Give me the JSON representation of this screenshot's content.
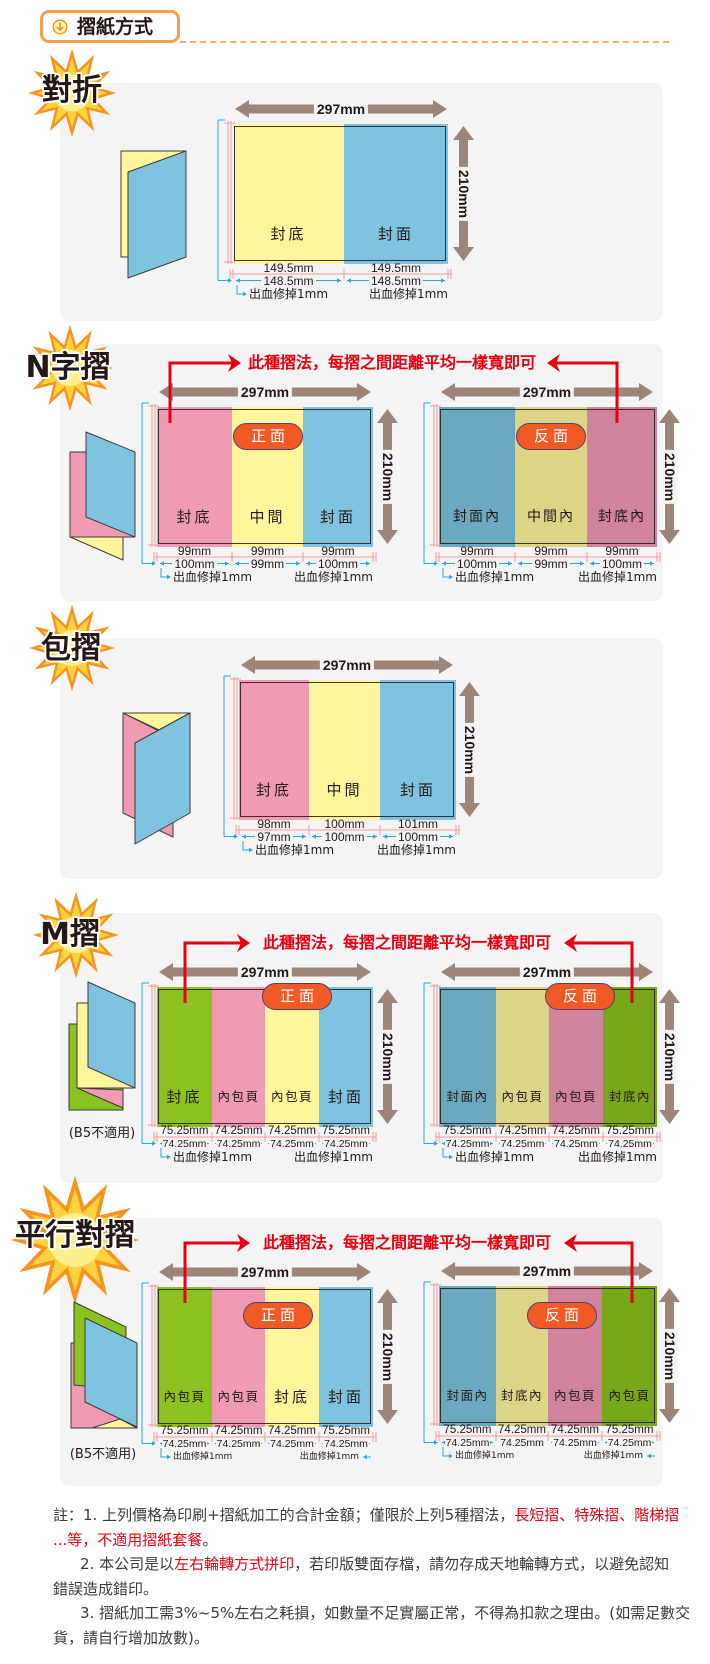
{
  "header": {
    "title": "摺紙方式",
    "icon": "circle-arrow-down-icon"
  },
  "palette": {
    "accent_orange": "#F6A04D",
    "instruction_red": "#E60012",
    "dimension_arrow_brown": "#9C8579",
    "side_badge_orange": "#F15A24",
    "panel_bg": "#F4F4F4",
    "yellow": "#FFF59D",
    "blue": "#7EC4E0",
    "pink": "#F09AB4",
    "green": "#8CC21F",
    "teal": "#6BA9C1",
    "khaki": "#DCD588",
    "mauve": "#CF839C",
    "dark_green": "#77A818"
  },
  "sections": [
    {
      "title": "對折",
      "diagrams": [
        {
          "width": "297mm",
          "height": "210mm",
          "panels": [
            {
              "label": "封底",
              "color": "#FFF59D"
            },
            {
              "label": "封面",
              "color": "#7EC4E0"
            }
          ],
          "bleed_sizes": [
            "149.5mm",
            "149.5mm"
          ],
          "trim_sizes": [
            "148.5mm",
            "148.5mm"
          ],
          "bleed_note_left": "出血修掉1mm",
          "bleed_note_right": "出血修掉1mm"
        }
      ]
    },
    {
      "title": "N字摺",
      "instruction": "此種摺法，每摺之間距離平均一樣寬即可",
      "diagrams": [
        {
          "side": "正面",
          "width": "297mm",
          "height": "210mm",
          "panels": [
            {
              "label": "封底",
              "color": "#F09AB4"
            },
            {
              "label": "中間",
              "color": "#FFF59D"
            },
            {
              "label": "封面",
              "color": "#7EC4E0"
            }
          ],
          "bleed_sizes": [
            "99mm",
            "99mm",
            "99mm"
          ],
          "trim_sizes": [
            "100mm",
            "99mm",
            "100mm"
          ],
          "bleed_note_left": "出血修掉1mm",
          "bleed_note_right": "出血修掉1mm"
        },
        {
          "side": "反面",
          "width": "297mm",
          "height": "210mm",
          "panels": [
            {
              "label": "封面內",
              "color": "#6BA9C1"
            },
            {
              "label": "中間內",
              "color": "#DCD588"
            },
            {
              "label": "封底內",
              "color": "#CF839C"
            }
          ],
          "bleed_sizes": [
            "99mm",
            "99mm",
            "99mm"
          ],
          "trim_sizes": [
            "100mm",
            "99mm",
            "100mm"
          ],
          "bleed_note_left": "出血修掉1mm",
          "bleed_note_right": "出血修掉1mm"
        }
      ]
    },
    {
      "title": "包摺",
      "diagrams": [
        {
          "width": "297mm",
          "height": "210mm",
          "panels": [
            {
              "label": "封底",
              "color": "#F09AB4"
            },
            {
              "label": "中間",
              "color": "#FFF59D"
            },
            {
              "label": "封面",
              "color": "#7EC4E0"
            }
          ],
          "bleed_sizes": [
            "98mm",
            "100mm",
            "101mm"
          ],
          "trim_sizes": [
            "97mm",
            "100mm",
            "100mm"
          ],
          "bleed_note_left": "出血修掉1mm",
          "bleed_note_right": "出血修掉1mm"
        }
      ]
    },
    {
      "title": "M摺",
      "instruction": "此種摺法，每摺之間距離平均一樣寬即可",
      "note": "(B5不適用)",
      "diagrams": [
        {
          "side": "正面",
          "width": "297mm",
          "height": "210mm",
          "panels": [
            {
              "label": "封底",
              "color": "#8CC21F"
            },
            {
              "label": "內包頁",
              "color": "#F09AB4"
            },
            {
              "label": "內包頁",
              "color": "#FFF59D"
            },
            {
              "label": "封面",
              "color": "#7EC4E0"
            }
          ],
          "bleed_sizes": [
            "75.25mm",
            "74.25mm",
            "74.25mm",
            "75.25mm"
          ],
          "trim_sizes": [
            "74.25mm",
            "74.25mm",
            "74.25mm",
            "74.25mm"
          ],
          "bleed_note_left": "出血修掉1mm",
          "bleed_note_right": "出血修掉1mm"
        },
        {
          "side": "反面",
          "width": "297mm",
          "height": "210mm",
          "panels": [
            {
              "label": "封面內",
              "color": "#6BA9C1"
            },
            {
              "label": "內包頁",
              "color": "#DCD588"
            },
            {
              "label": "內包頁",
              "color": "#CF839C"
            },
            {
              "label": "封底內",
              "color": "#77A818"
            }
          ],
          "bleed_sizes": [
            "75.25mm",
            "74.25mm",
            "74.25mm",
            "75.25mm"
          ],
          "trim_sizes": [
            "74.25mm",
            "74.25mm",
            "74.25mm",
            "74.25mm"
          ],
          "bleed_note_left": "出血修掉1mm",
          "bleed_note_right": "出血修掉1mm"
        }
      ]
    },
    {
      "title": "平行對摺",
      "instruction": "此種摺法，每摺之間距離平均一樣寬即可",
      "note": "(B5不適用)",
      "diagrams": [
        {
          "side": "正面",
          "width": "297mm",
          "height": "210mm",
          "panels": [
            {
              "label": "內包頁",
              "color": "#8CC21F"
            },
            {
              "label": "內包頁",
              "color": "#F09AB4"
            },
            {
              "label": "封底",
              "color": "#FFF59D"
            },
            {
              "label": "封面",
              "color": "#7EC4E0"
            }
          ],
          "bleed_sizes": [
            "75.25mm",
            "74.25mm",
            "74.25mm",
            "75.25mm"
          ],
          "trim_sizes": [
            "74.25mm",
            "74.25mm",
            "74.25mm",
            "74.25mm"
          ],
          "bleed_note_left": "出血修掉1mm",
          "bleed_note_right": "出血修掉1mm"
        },
        {
          "side": "反面",
          "width": "297mm",
          "height": "210mm",
          "panels": [
            {
              "label": "封面內",
              "color": "#6BA9C1"
            },
            {
              "label": "封底內",
              "color": "#DCD588"
            },
            {
              "label": "內包頁",
              "color": "#CF839C"
            },
            {
              "label": "內包頁",
              "color": "#77A818"
            }
          ],
          "bleed_sizes": [
            "75.25mm",
            "74.25mm",
            "74.25mm",
            "75.25mm"
          ],
          "trim_sizes": [
            "74.25mm",
            "74.25mm",
            "74.25mm",
            "74.25mm"
          ],
          "bleed_note_left": "出血修掉1mm",
          "bleed_note_right": "出血修掉1mm"
        }
      ]
    }
  ],
  "notes": {
    "lines": [
      [
        {
          "text": "註：1. 上列價格為印刷+摺紙加工的合計金額；僅限於上列5種摺法，"
        },
        {
          "text": "長短摺、特殊摺、階梯摺",
          "emphasis": true
        }
      ],
      [
        {
          "text": "...等，不適用摺紙套餐",
          "emphasis": true
        },
        {
          "text": "。"
        }
      ],
      [
        {
          "text": "2. 本公司是以"
        },
        {
          "text": "左右輪轉方式拼印",
          "emphasis": true
        },
        {
          "text": "，若印版雙面存檔，請勿存成天地輪轉方式，以避免認知"
        }
      ],
      [
        {
          "text": "錯誤造成錯印。"
        }
      ],
      [
        {
          "text": "3. 摺紙加工需3%~5%左右之耗損，如數量不足實屬正常，不得為扣款之理由。(如需足數交"
        }
      ],
      [
        {
          "text": "貨，請自行增加放數)。"
        }
      ]
    ]
  }
}
